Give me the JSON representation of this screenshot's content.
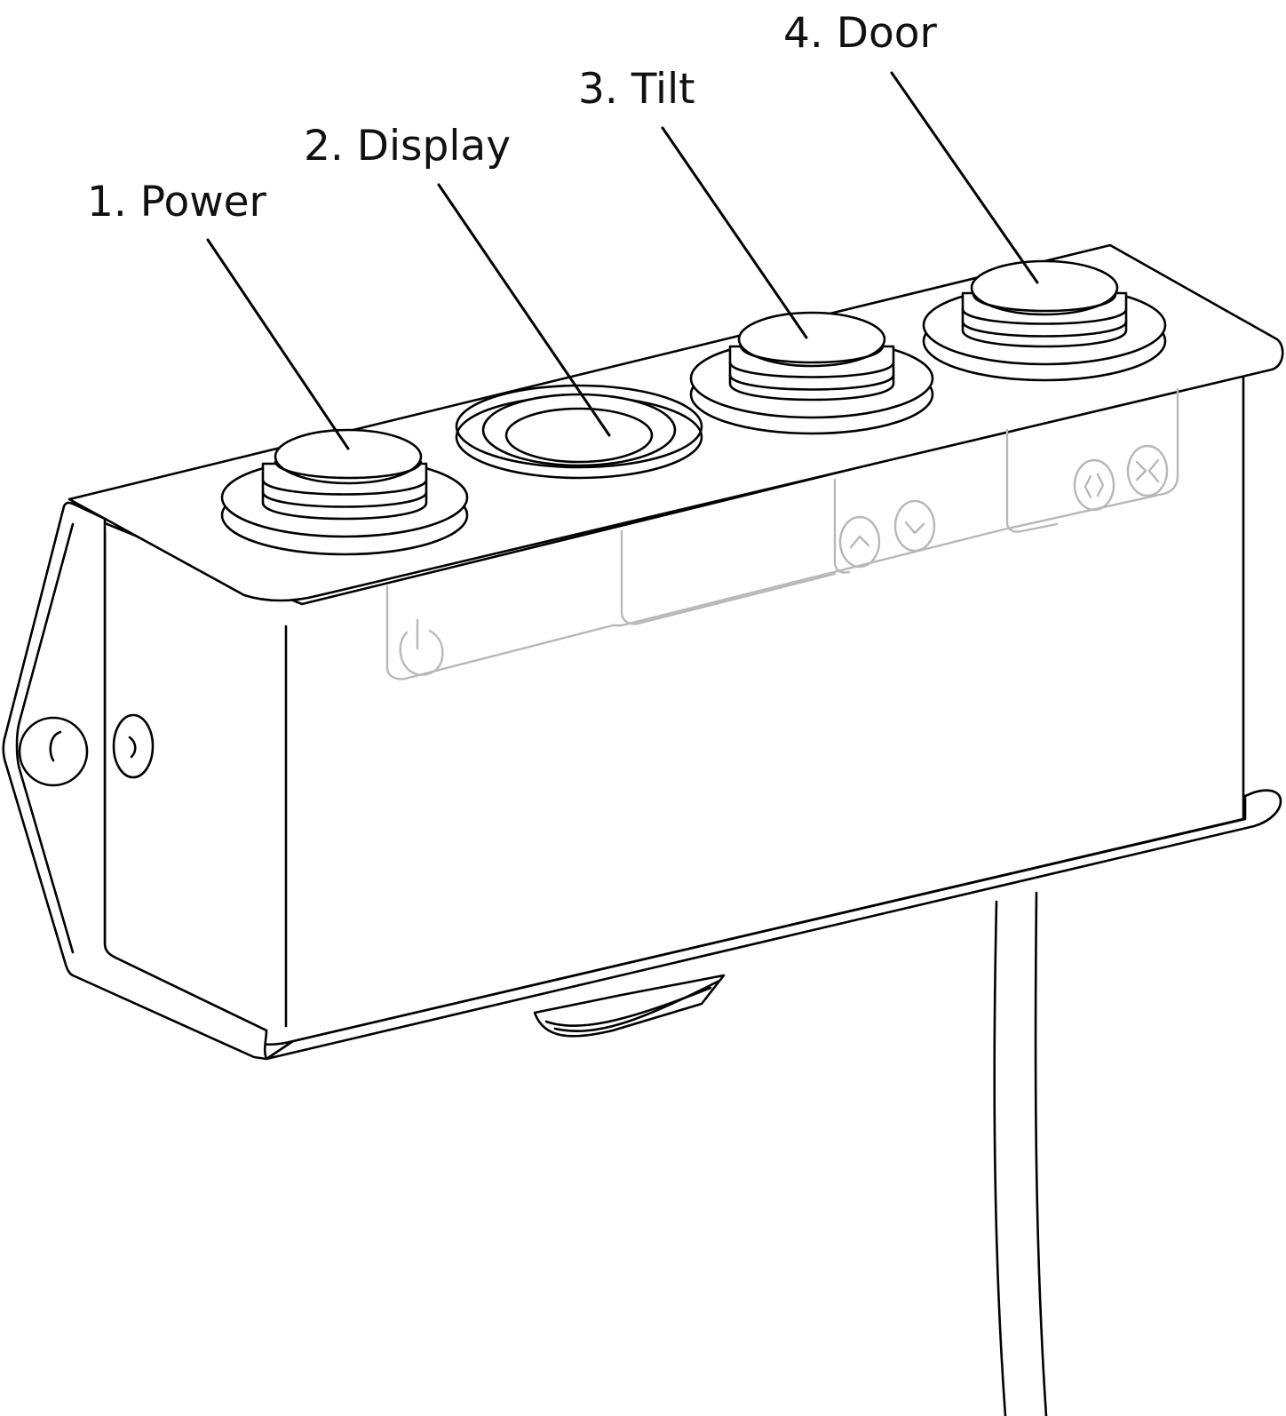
{
  "callouts": [
    {
      "label": "1. Power"
    },
    {
      "label": "2. Display"
    },
    {
      "label": "3. Tilt"
    },
    {
      "label": "4. Door"
    }
  ],
  "icons": {
    "power": "power-icon",
    "up": "chevron-up-icon",
    "down": "chevron-down-icon",
    "open_close": "door-open-close-icon",
    "close": "door-close-icon"
  },
  "colors": {
    "line": "#000000",
    "faded_line": "#b8b8b8",
    "background": "#ffffff"
  }
}
